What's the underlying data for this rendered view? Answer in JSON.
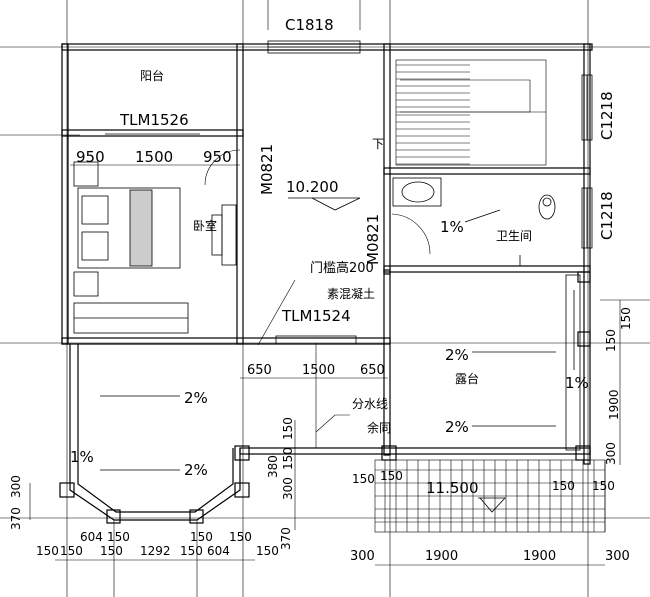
{
  "rooms": {
    "balcony": "阳台",
    "bedroom": "卧室",
    "bathroom": "卫生间",
    "terrace": "露台"
  },
  "openings": {
    "window_top": "C1818",
    "window_stair": "C1218",
    "window_bath": "C1218",
    "door_balcony": "TLM1526",
    "door_bedroom": "M0821",
    "door_bath": "M0821",
    "door_terrace": "TLM1524"
  },
  "notes": {
    "stair_down": "下",
    "elevation_floor": "10.200",
    "elevation_roof": "11.500",
    "threshold": "门槛高200",
    "concrete": "素混凝土",
    "ridge_line": "分水线",
    "same_elsewhere": "余同"
  },
  "slopes": {
    "bath": "1%",
    "terrace_top": "2%",
    "terrace_bottom": "2%",
    "terrace_side": "1%",
    "bay_top": "2%",
    "bay_bottom": "2%",
    "bay_side": "1%"
  },
  "dimensions": {
    "bedroom_top": [
      "950",
      "1500",
      "950"
    ],
    "hall_door": [
      "650",
      "1500",
      "650"
    ],
    "bay_bottom": [
      "150",
      "150",
      "604",
      "150",
      "150",
      "1292",
      "150",
      "150",
      "604",
      "150",
      "150"
    ],
    "roof_bottom": [
      "300",
      "1900",
      "1900",
      "300"
    ],
    "left_vertical": [
      "300",
      "370"
    ],
    "mid_vertical": [
      "150",
      "380",
      "150",
      "300",
      "370"
    ],
    "right_vertical": [
      "150",
      "150",
      "1900",
      "300"
    ],
    "roof_overhang": [
      "150",
      "150",
      "150",
      "150"
    ]
  }
}
